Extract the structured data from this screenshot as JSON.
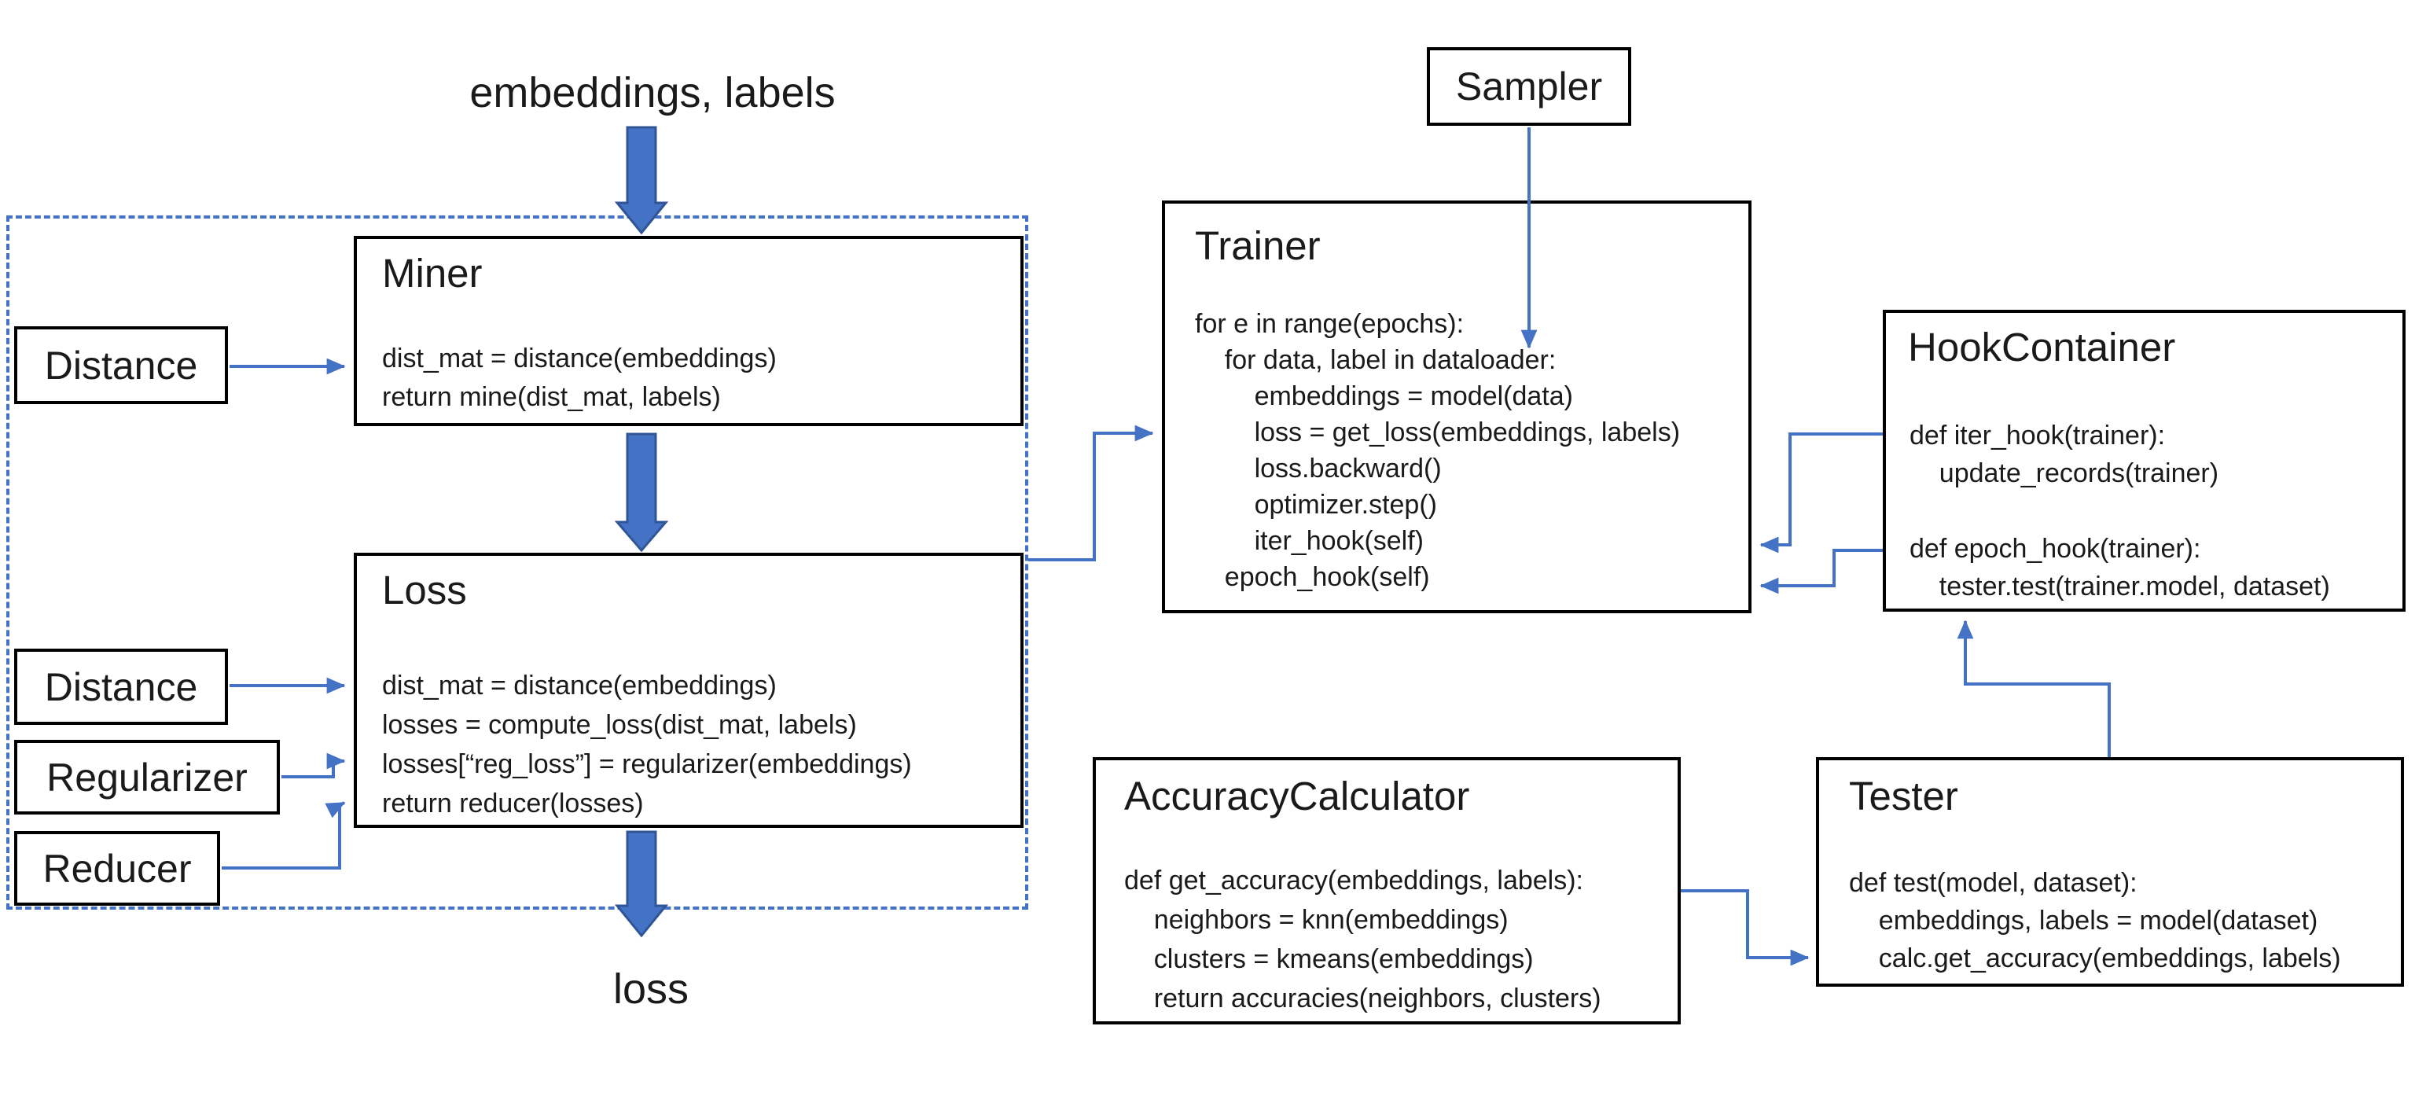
{
  "palette": {
    "accent_blue": "#4472C4",
    "accent_blue_dark": "#2F5597",
    "box_border": "#000000",
    "text": "#1a1a1a",
    "background": "#FFFFFF"
  },
  "heading": {
    "input_label": "embeddings, labels",
    "output_label": "loss"
  },
  "side_labels": {
    "miner_distance": "Distance",
    "loss_distance": "Distance",
    "regularizer": "Regularizer",
    "reducer": "Reducer"
  },
  "boxes": {
    "sampler": {
      "title": "Sampler"
    },
    "miner": {
      "title": "Miner",
      "code": [
        "dist_mat = distance(embeddings)",
        "return mine(dist_mat, labels)"
      ]
    },
    "loss": {
      "title": "Loss",
      "code": [
        "dist_mat = distance(embeddings)",
        "losses = compute_loss(dist_mat, labels)",
        "losses[“reg_loss”] = regularizer(embeddings)",
        "return reducer(losses)"
      ]
    },
    "trainer": {
      "title": "Trainer",
      "code": [
        "for e in range(epochs):",
        "    for data, label in dataloader:",
        "        embeddings = model(data)",
        "        loss = get_loss(embeddings, labels)",
        "        loss.backward()",
        "        optimizer.step()",
        "        iter_hook(self)",
        "    epoch_hook(self)"
      ]
    },
    "hook_container": {
      "title": "HookContainer",
      "code": [
        "def iter_hook(trainer):",
        "    update_records(trainer)",
        "",
        "def epoch_hook(trainer):",
        "    tester.test(trainer.model, dataset)"
      ]
    },
    "accuracy_calculator": {
      "title": "AccuracyCalculator",
      "code": [
        "def get_accuracy(embeddings, labels):",
        "    neighbors = knn(embeddings)",
        "    clusters = kmeans(embeddings)",
        "    return accuracies(neighbors, clusters)"
      ]
    },
    "tester": {
      "title": "Tester",
      "code": [
        "def test(model, dataset):",
        "    embeddings, labels = model(dataset)",
        "    calc.get_accuracy(embeddings, labels)"
      ]
    }
  }
}
